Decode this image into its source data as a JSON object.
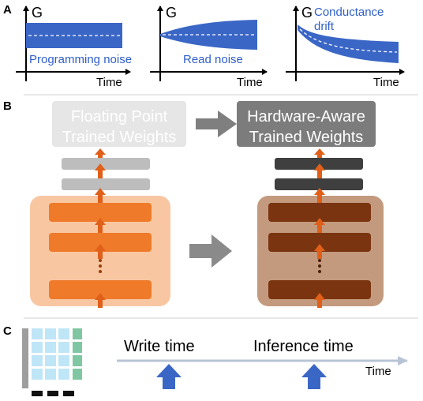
{
  "panels": {
    "a": {
      "letter": "A",
      "plots": [
        {
          "y_label": "G",
          "x_label": "Time",
          "annotation": "Programming noise"
        },
        {
          "y_label": "G",
          "x_label": "Time",
          "annotation": "Read noise"
        },
        {
          "y_label": "G",
          "x_label": "Time",
          "annotation_line1": "Conductance",
          "annotation_line2": "drift"
        }
      ]
    },
    "b": {
      "letter": "B",
      "fp_box": {
        "line1": "Floating Point",
        "line2": "Trained Weights"
      },
      "hw_box": {
        "line1": "Hardware-Aware",
        "line2": "Trained Weights"
      }
    },
    "c": {
      "letter": "C",
      "write_label": "Write time",
      "inference_label": "Inference time",
      "axis_label": "Time"
    }
  },
  "colors": {
    "blue": "#3a66c6",
    "blue_text": "#2f5fc8",
    "orange": "#ee7a2a",
    "orange_bg": "#f8c7a2",
    "brown": "#7a3410",
    "brown_bg": "#c49a7e",
    "arrow_orange": "#e0601a",
    "gray_box": "#e6e6e6",
    "dark_box": "#7c7c7c"
  }
}
